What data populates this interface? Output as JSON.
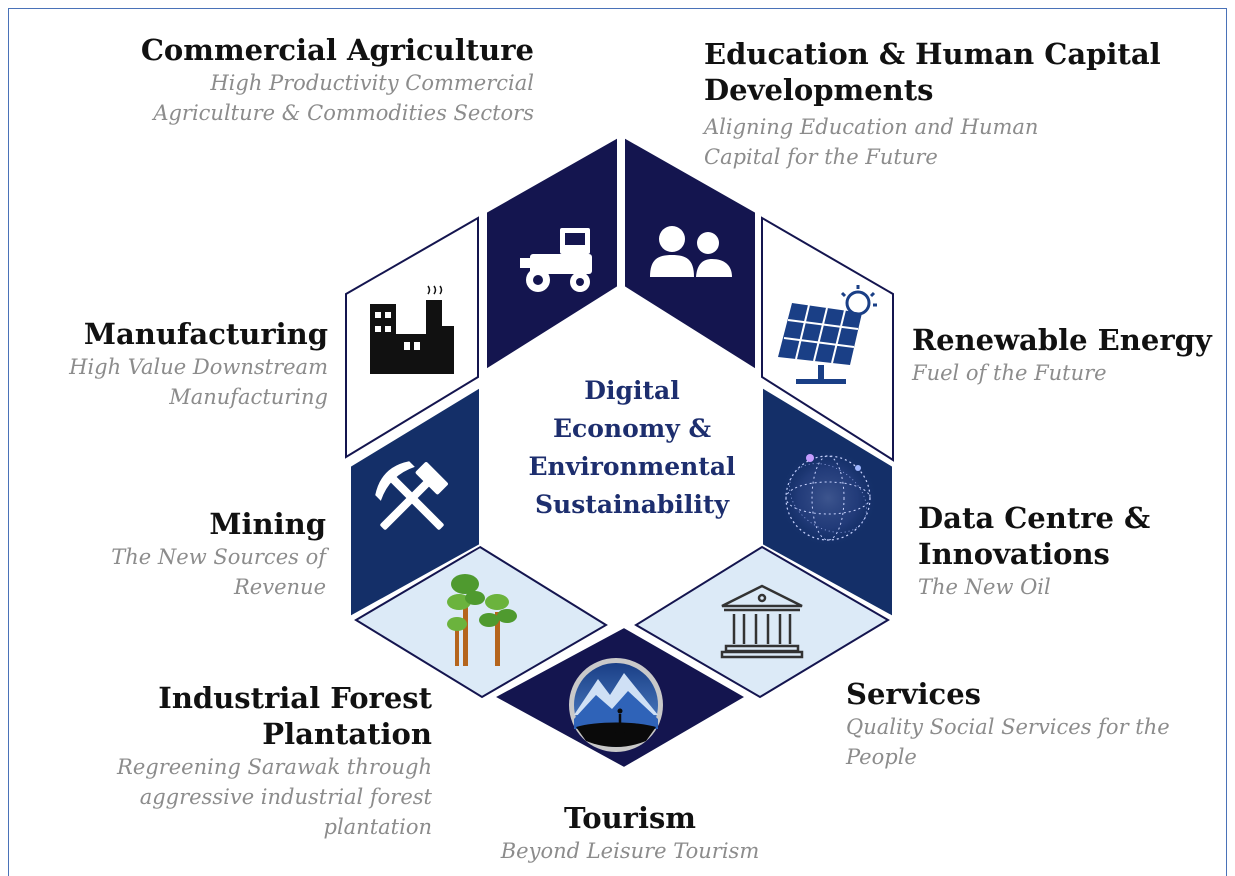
{
  "center": {
    "lines": [
      "Digital",
      "Economy &",
      "Environmental",
      "Sustainability"
    ],
    "color": "#1d2e6e"
  },
  "colors": {
    "navy_dark": "#14154f",
    "navy": "#142f68",
    "light_blue": "#dceaf7",
    "white": "#ffffff",
    "border": "#4a72b8",
    "title": "#111111",
    "subtitle": "#8c8c8c"
  },
  "sectors": [
    {
      "key": "commercial_agriculture",
      "title_lines": [
        "Commercial Agriculture"
      ],
      "subtitle_lines": [
        "High Productivity Commercial",
        "Agriculture & Commodities Sectors"
      ],
      "icon": "tractor-icon",
      "fill": "navy_dark"
    },
    {
      "key": "education",
      "title_lines": [
        "Education & Human Capital",
        "Developments"
      ],
      "subtitle_lines": [
        "Aligning Education and Human",
        "Capital for the Future"
      ],
      "icon": "people-icon",
      "fill": "navy_dark"
    },
    {
      "key": "renewable_energy",
      "title_lines": [
        "Renewable Energy"
      ],
      "subtitle_lines": [
        "Fuel of the Future"
      ],
      "icon": "solar-panel-icon",
      "fill": "white"
    },
    {
      "key": "data_centre",
      "title_lines": [
        "Data Centre &",
        "Innovations"
      ],
      "subtitle_lines": [
        "The New Oil"
      ],
      "icon": "digital-globe-icon",
      "fill": "navy"
    },
    {
      "key": "services",
      "title_lines": [
        "Services"
      ],
      "subtitle_lines": [
        "Quality Social Services for the",
        "People"
      ],
      "icon": "bank-building-icon",
      "fill": "light_blue"
    },
    {
      "key": "tourism",
      "title_lines": [
        "Tourism"
      ],
      "subtitle_lines": [
        "Beyond Leisure Tourism"
      ],
      "icon": "mountain-hiker-icon",
      "fill": "navy_dark"
    },
    {
      "key": "industrial_forest",
      "title_lines": [
        "Industrial Forest",
        "Plantation"
      ],
      "subtitle_lines": [
        "Regreening Sarawak through",
        "aggressive industrial forest",
        "plantation"
      ],
      "icon": "trees-icon",
      "fill": "light_blue"
    },
    {
      "key": "mining",
      "title_lines": [
        "Mining"
      ],
      "subtitle_lines": [
        "The New Sources of",
        "Revenue"
      ],
      "icon": "hammer-pick-icon",
      "fill": "navy"
    },
    {
      "key": "manufacturing",
      "title_lines": [
        "Manufacturing"
      ],
      "subtitle_lines": [
        "High Value Downstream",
        "Manufacturing"
      ],
      "icon": "factory-icon",
      "fill": "white"
    }
  ]
}
